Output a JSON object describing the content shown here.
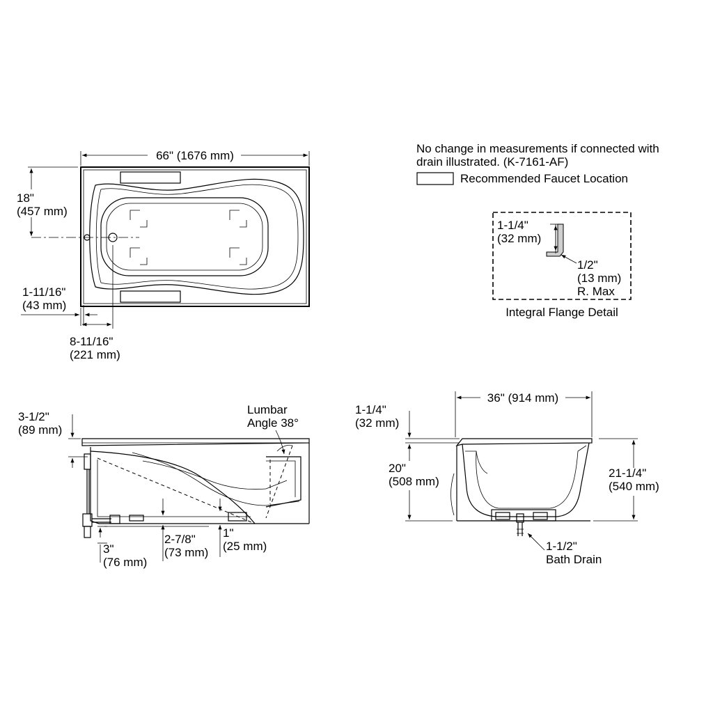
{
  "plan_view": {
    "width_dim": "66\" (1676 mm)",
    "depth_dim_in": "18\"",
    "depth_dim_mm": "(457 mm)",
    "flange_dim_in": "1-11/16\"",
    "flange_dim_mm": "(43 mm)",
    "drain_offset_in": "8-11/16\"",
    "drain_offset_mm": "(221 mm)"
  },
  "notes": {
    "line1": "No change in measurements if connected with",
    "line2": "drain illustrated. (K-7161-AF)",
    "legend_label": "Recommended Faucet Location"
  },
  "flange_detail": {
    "height_in": "1-1/4\"",
    "height_mm": "(32 mm)",
    "radius_in": "1/2\"",
    "radius_mm": "(13 mm)",
    "radius_note": "R. Max",
    "caption": "Integral Flange Detail"
  },
  "side_view": {
    "rim_in": "3-1/2\"",
    "rim_mm": "(89 mm)",
    "lumbar_line1": "Lumbar",
    "lumbar_line2": "Angle 38°",
    "drain_drop_in": "3\"",
    "drain_drop_mm": "(76 mm)",
    "floor_in": "2-7/8\"",
    "floor_mm": "(73 mm)",
    "foot_in": "1\"",
    "foot_mm": "(25 mm)"
  },
  "end_view": {
    "width_dim": "36\" (914 mm)",
    "flange_in": "1-1/4\"",
    "flange_mm": "(32 mm)",
    "depth_in": "20\"",
    "depth_mm": "(508 mm)",
    "height_in": "21-1/4\"",
    "height_mm": "(540 mm)",
    "drain_in": "1-1/2\"",
    "drain_label": "Bath Drain"
  }
}
